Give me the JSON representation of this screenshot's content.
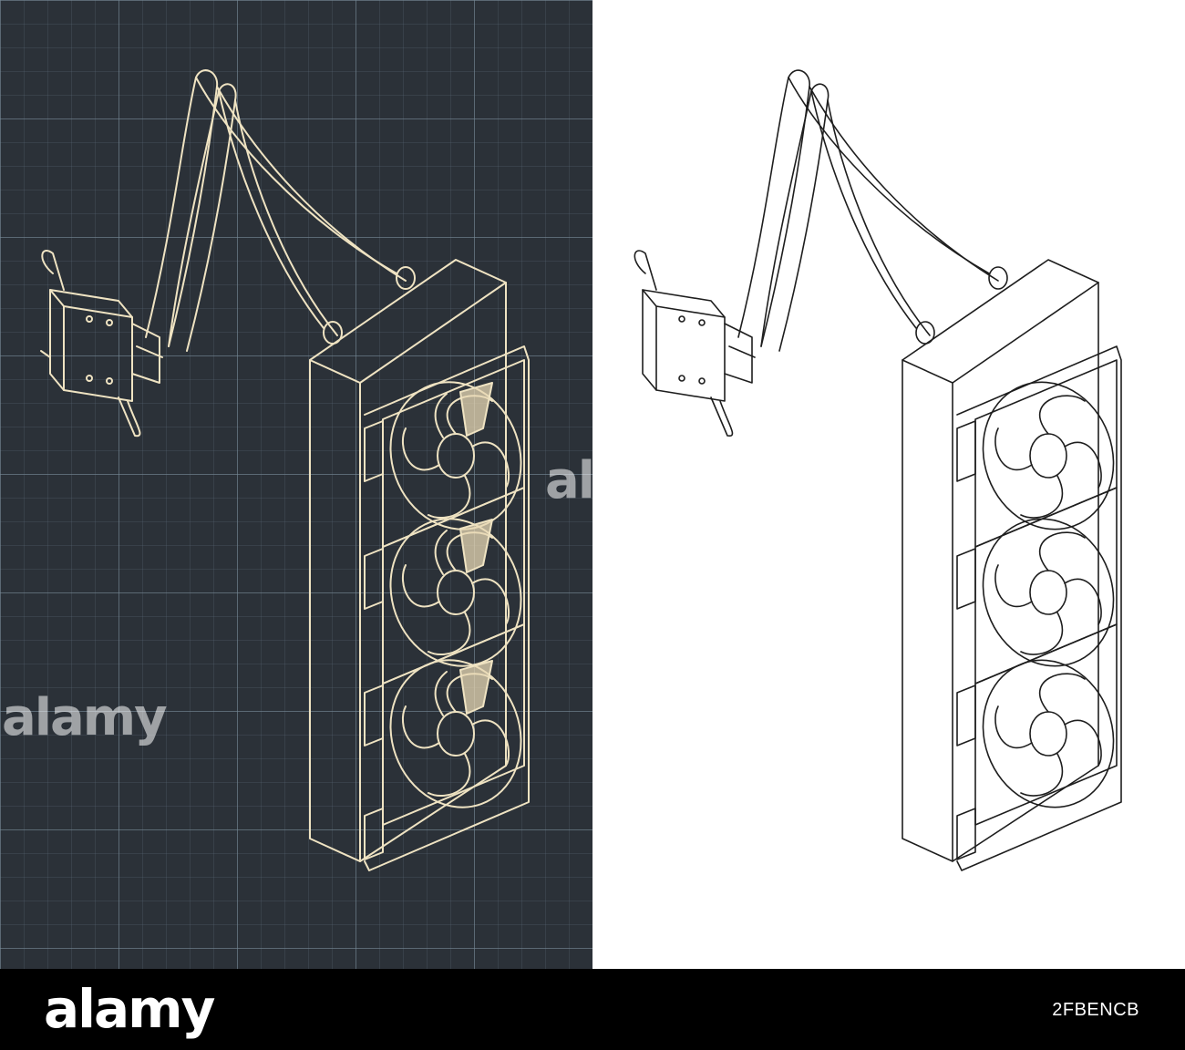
{
  "watermark": {
    "brand": "alamy",
    "brand_short": "ala"
  },
  "footer": {
    "brand": "alamy",
    "image_id": "2FBENCB"
  },
  "colors": {
    "blueprint_bg": "#2b3138",
    "blueprint_line": "#efe3c2",
    "blueprint_fill": "#e8d8b4",
    "light_line": "#1e1e1e",
    "light_bg": "#ffffff",
    "footer_bg": "#000000"
  },
  "icons": [
    "aio-liquid-cooler-illustration",
    "alamy-logo"
  ]
}
